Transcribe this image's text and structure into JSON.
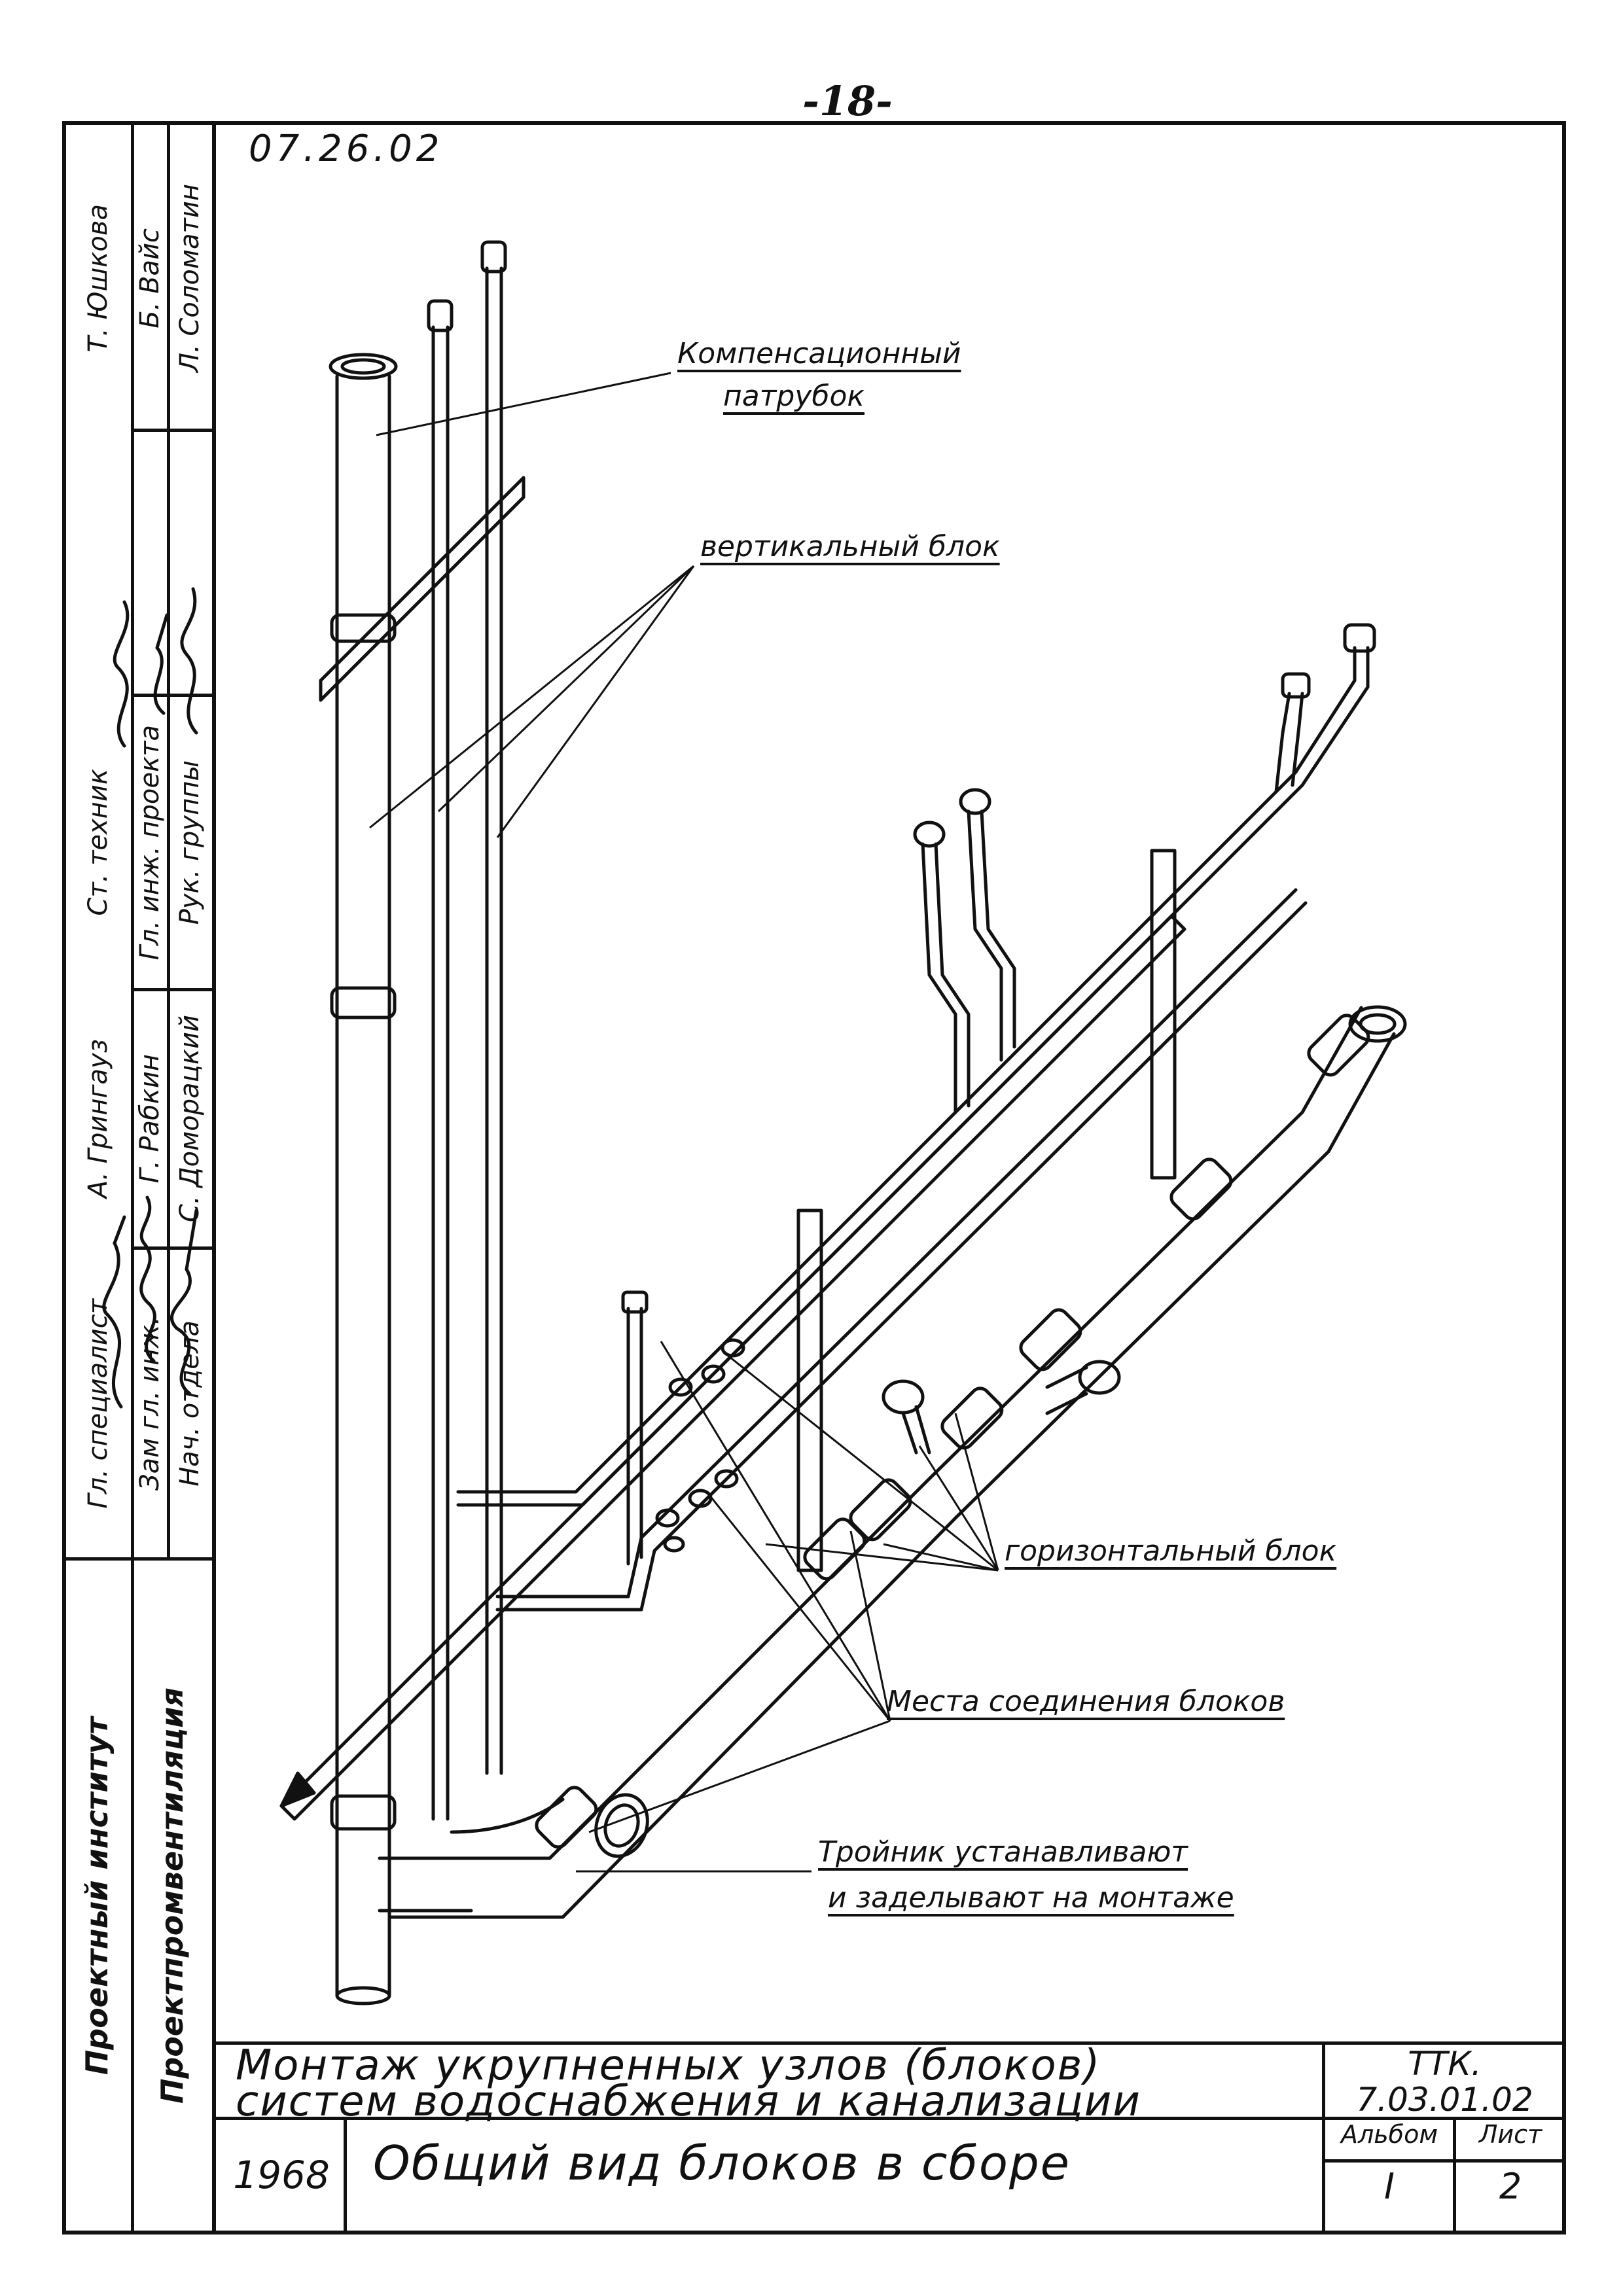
{
  "page_number": "-18-",
  "drawing_code": "07.26.02",
  "sidebar": {
    "organization_line_1": "Проектный институт",
    "organization_line_2": "Проектпромвентиляция",
    "positions": [
      "Зам гл. инж.",
      "Нач. отдела",
      "Гл. специалист",
      "Гл. инж. проекта",
      "Рук. группы",
      "Ст. техник"
    ],
    "names": [
      "Г. Рабкин",
      "С. Доморацкий",
      "А. Грингауз",
      "Б. Вайс",
      "Л. Соломатин",
      "Т. Юшкова"
    ]
  },
  "callouts": {
    "compensation_pipe_line1": "Компенсационный",
    "compensation_pipe_line2": "патрубок",
    "vertical_block": "вертикальный блок",
    "horizontal_block": "горизонтальный блок",
    "block_joints": "Места соединения блоков",
    "tee_line1": "Тройник устанавливают",
    "tee_line2": "и заделывают на монтаже"
  },
  "title_block": {
    "title_line1": "Монтаж укрупненных узлов (блоков)",
    "title_line2": "систем водоснабжения и канализации",
    "year": "1968",
    "sheet_title": "Общий вид блоков в сборе",
    "code_line1": "ТТК.",
    "code_line2": "7.03.01.02",
    "album_label": "Альбом",
    "album_value": "I",
    "sheet_label": "Лист",
    "sheet_value": "2"
  }
}
